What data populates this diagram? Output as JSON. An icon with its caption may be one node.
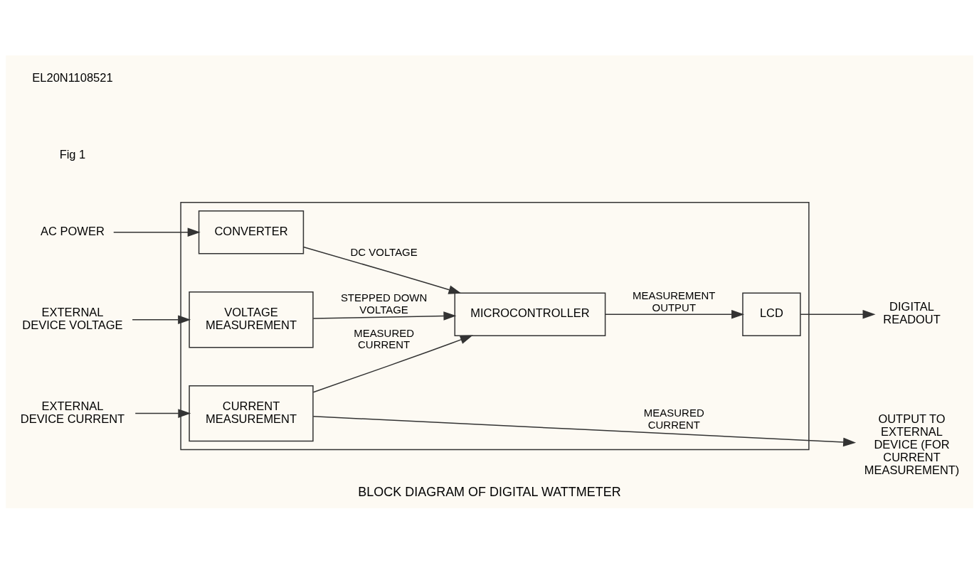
{
  "diagram": {
    "caption": "BLOCK DIAGRAM OF DIGITAL WATTMETER",
    "nodes": [
      {
        "text": [],
        "shape": "box"
      },
      {
        "text": [
          "VOLTAGE MEASUREMENT"
        ],
        "in": 0
      },
      {
        "text": [
          "CURRENT MEASUREMENT"
        ],
        "in": 0
      },
      {
        "text": [
          "MICROCONTROLLER"
        ],
        "in": 0
      },
      {
        "text": [
          "LCD"
        ],
        "in": 0
      },
      {
        "text": [
          "CONVERTER"
        ],
        "in": 0
      },
      {
        "text": [
          "EXTERNAL DEVICE VOLTAGE"
        ]
      },
      {
        "text": [
          "EXTERNAL DEVICE CURRENT"
        ]
      },
      {
        "text": [
          "DIGITAL READOUT"
        ]
      },
      {
        "text": [
          "OUTPUT TO EXTERNAL DEVICE (FOR CURRENT MEASUREMENT)"
        ]
      },
      {
        "text": [
          "AC POWER"
        ]
      }
    ],
    "edges": [
      {
        "from": 6,
        "to": 1,
        "arrow": "to"
      },
      {
        "from": 7,
        "to": 2,
        "arrow": "to"
      },
      {
        "from": 1,
        "to": 3,
        "arrow": "to",
        "label": "STEPPED DOWN VOLTAGE"
      },
      {
        "from": 2,
        "to": 3,
        "arrow": "to",
        "label": "MEASURED CURRENT"
      },
      {
        "from": 3,
        "to": 4,
        "arrow": "to",
        "label": "MEASUREMENT OUTPUT"
      },
      {
        "from": 4,
        "to": 8,
        "arrow": "to"
      },
      {
        "from": 5,
        "to": 3,
        "arrow": "to",
        "label": "DC VOLTAGE"
      },
      {
        "from": 10,
        "to": 5,
        "arrow": "to"
      },
      {
        "from": 2,
        "to": 9,
        "arrow": "to",
        "label": "MEASURED CURRENT"
      }
    ],
    "labels": [
      "Fig 1",
      "EL20N1108521"
    ]
  }
}
